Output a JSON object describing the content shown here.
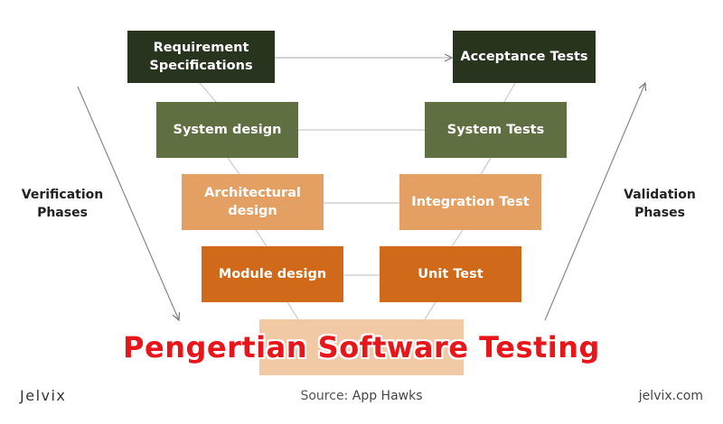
{
  "left_boxes": [
    {
      "label": "Requirement Specifications"
    },
    {
      "label": "System design"
    },
    {
      "label": "Architectural design"
    },
    {
      "label": "Module design"
    }
  ],
  "right_boxes": [
    {
      "label": "Acceptance Tests"
    },
    {
      "label": "System Tests"
    },
    {
      "label": "Integration Test"
    },
    {
      "label": "Unit Test"
    }
  ],
  "side_labels": {
    "verification": "Verification Phases",
    "validation": "Validation Phases"
  },
  "overlay_title": "Pengertian Software Testing",
  "footer": {
    "logo": "Jelvix",
    "source_prefix": "Source:",
    "source_name": "App Hawks",
    "url": "jelvix.com"
  },
  "colors": {
    "level1": "#28341e",
    "level2": "#606f41",
    "level3": "#e4a063",
    "level4": "#d06919",
    "bottom": "#f1c9a5",
    "title": "#e8161a"
  }
}
